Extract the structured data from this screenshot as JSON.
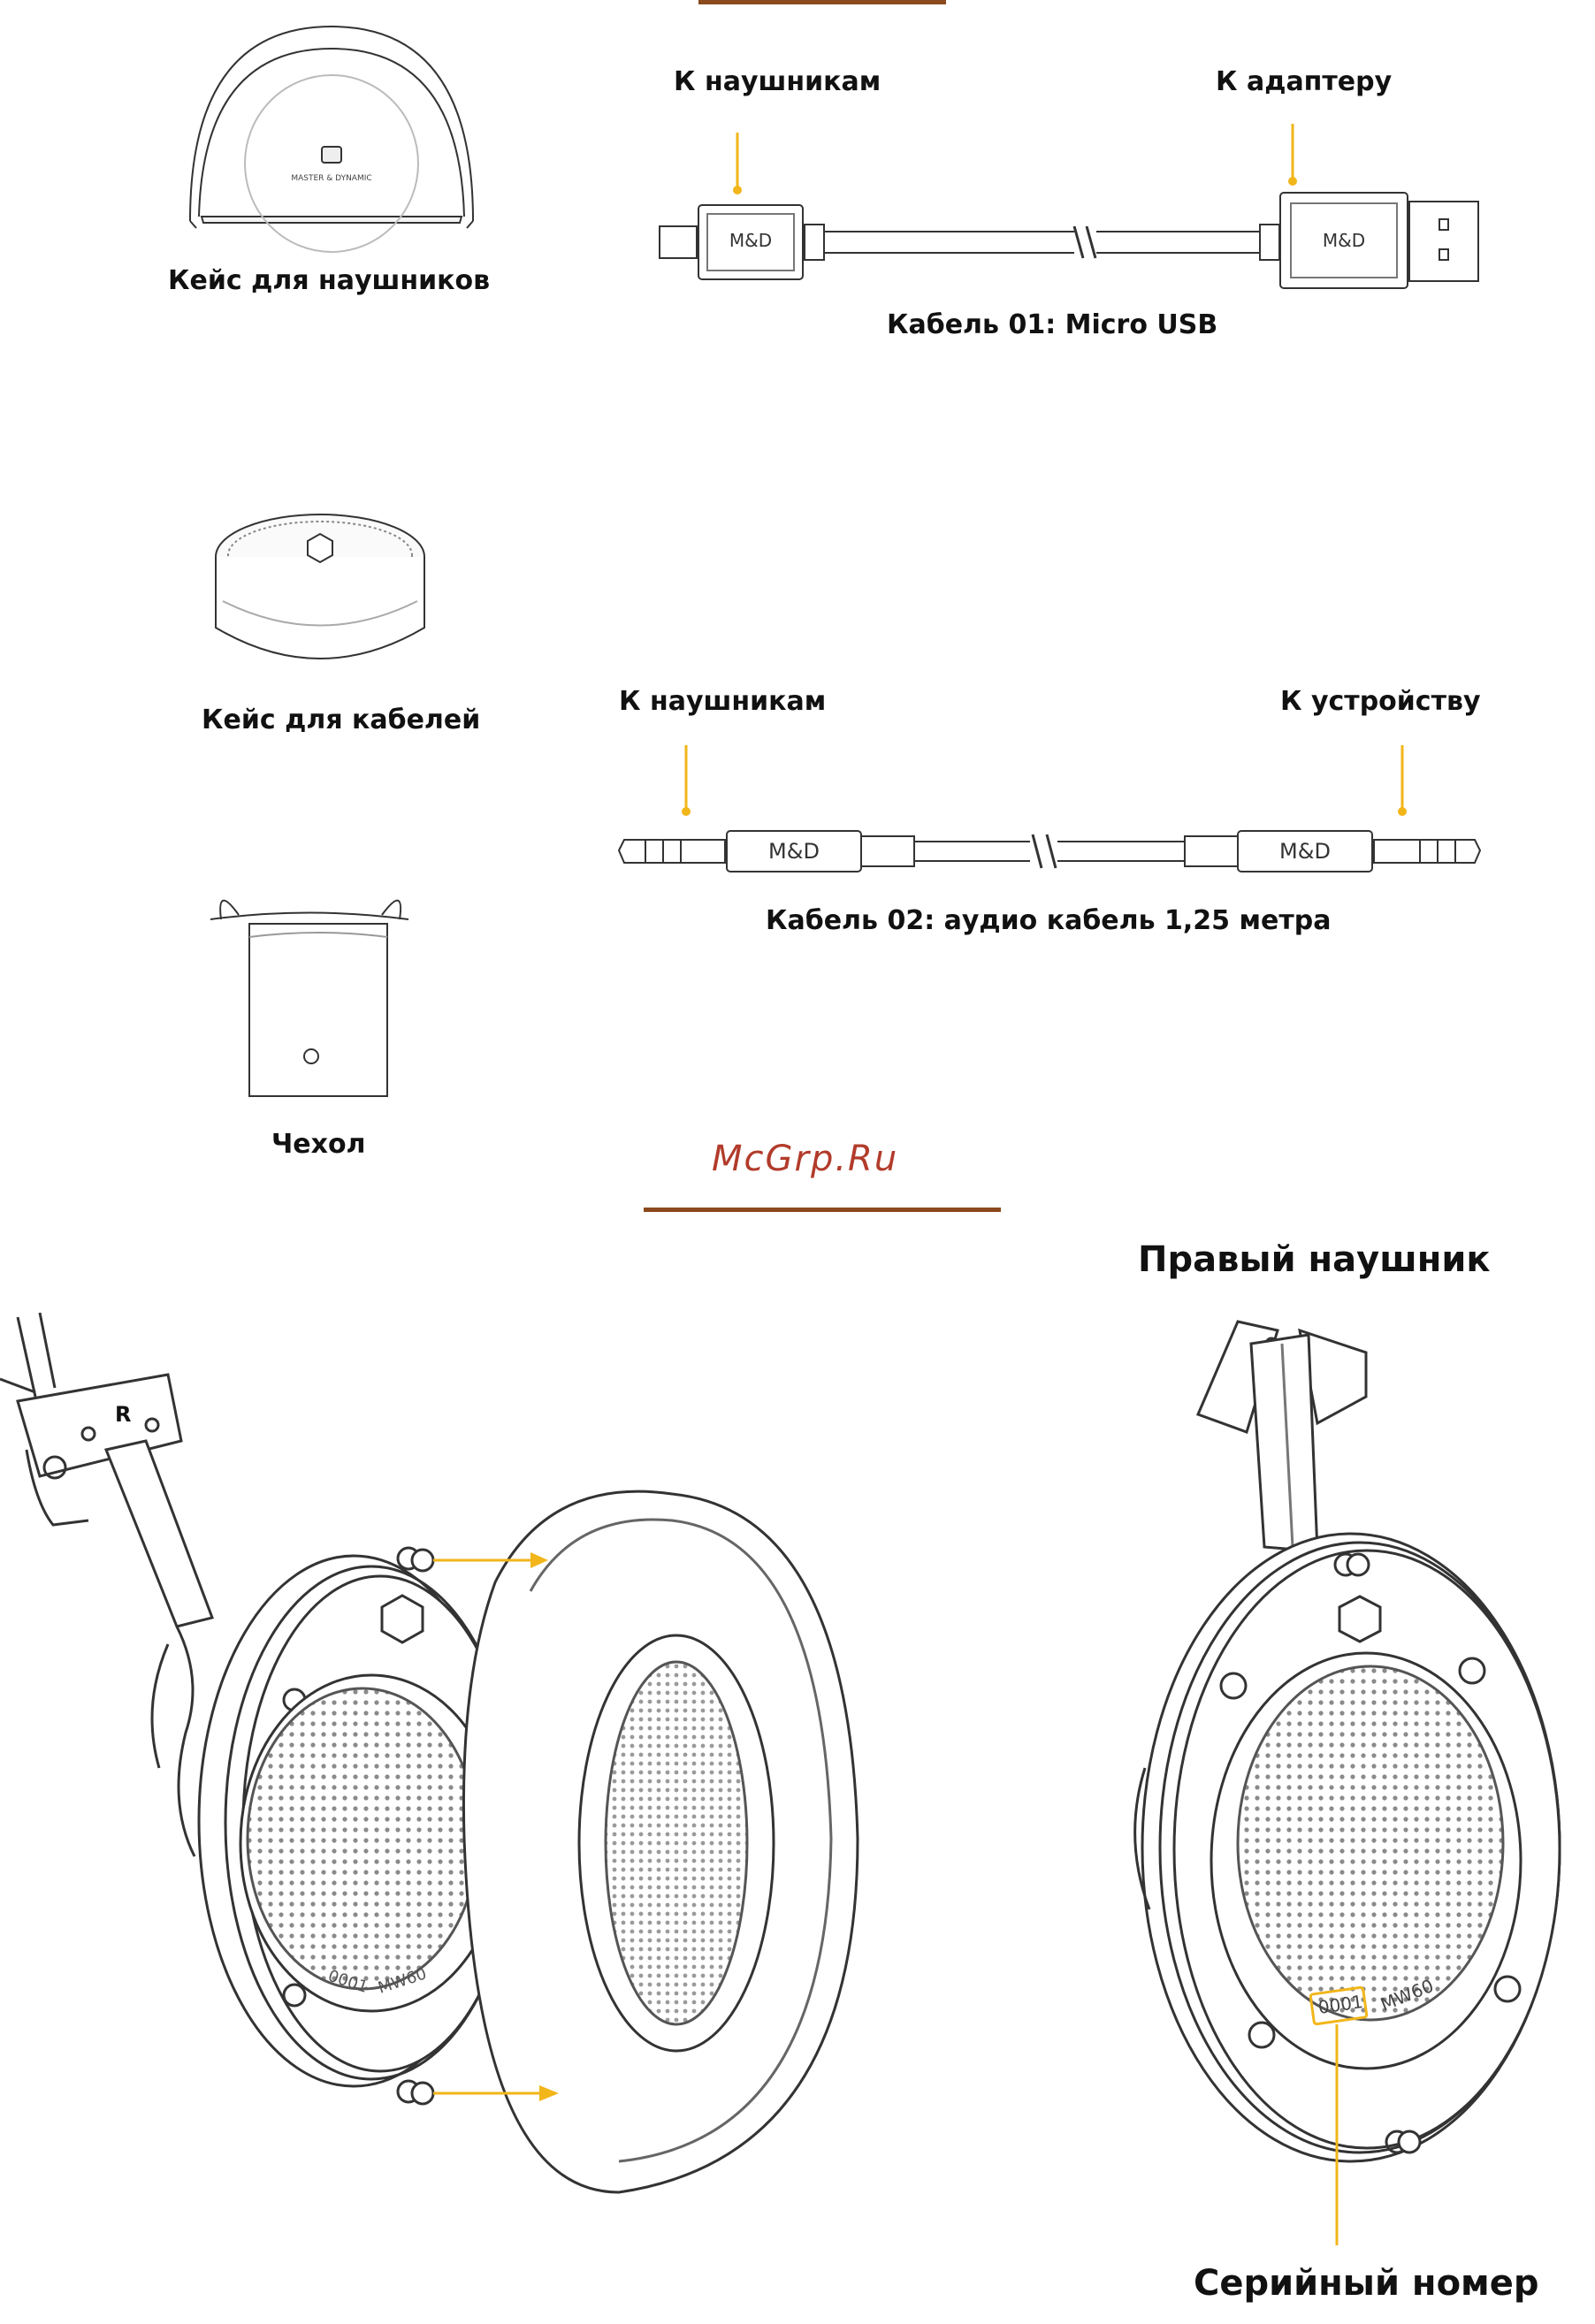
{
  "accent_color": "#f2b61a",
  "rule_color": "#8b4a1d",
  "watermark_color": "#b23b2a",
  "items": {
    "headphone_case": "Кейс для наушников",
    "cable_case": "Кейс для кабелей",
    "pouch": "Чехол"
  },
  "cable01": {
    "to_headphones": "К наушникам",
    "to_adapter": "К адаптеру",
    "caption": "Кабель 01: Micro USB",
    "connector_mark": "M&D"
  },
  "cable02": {
    "to_headphones": "К наушникам",
    "to_device": "К устройству",
    "caption": "Кабель 02: аудио кабель 1,25 метра",
    "connector_mark": "M&D"
  },
  "watermark": "McGrp.Ru",
  "headphone": {
    "right_title": "Правый наушник",
    "serial_label": "Серийный номер",
    "side_letter": "R",
    "model": "MW60",
    "serial": "0001",
    "case_branding": "MASTER & DYNAMIC",
    "logo_mark": "M"
  }
}
